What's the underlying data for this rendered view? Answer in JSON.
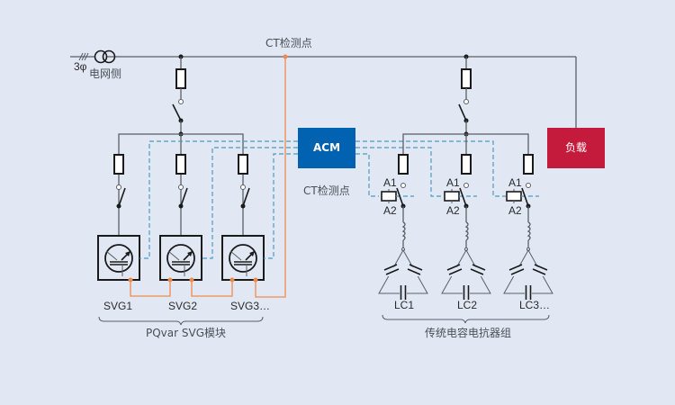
{
  "diagram": {
    "grid_side": {
      "phase": "3φ",
      "label": "电网侧"
    },
    "ct_top_label": "CT检测点",
    "ct_mid_label": "CT检测点",
    "controller": {
      "label": "ACM",
      "color": "#0062b1"
    },
    "load": {
      "label": "负载",
      "color": "#c41a3c"
    },
    "svg_modules": {
      "units": [
        "SVG1",
        "SVG2",
        "SVG3…"
      ],
      "group_label": "PQvar SVG模块"
    },
    "lc_banks": {
      "units": [
        "LC1",
        "LC2",
        "LC3…"
      ],
      "contactor_terminals": [
        "A1",
        "A2"
      ],
      "group_label": "传统电容电抗器组"
    },
    "colors": {
      "background": "#e1e8f4",
      "wire": "#5a5f66",
      "control_dashed": "#4a9bc2",
      "ct_signal": "#f08a4b"
    }
  }
}
